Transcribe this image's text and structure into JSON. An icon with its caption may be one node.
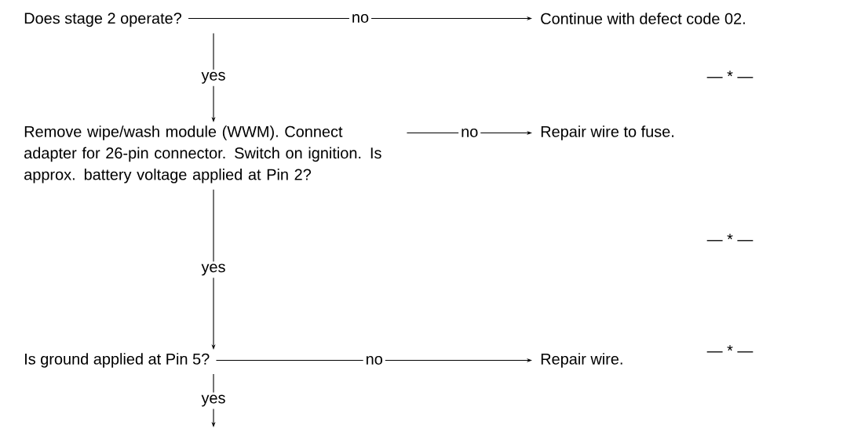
{
  "diagram": {
    "nodes": [
      {
        "text": [
          "Does stage 2 operate?"
        ]
      },
      {
        "text": [
          "Continue with defect code 02."
        ]
      },
      {
        "text": [
          "Remove wipe/wash module (WWM). Connect adapter for 26-pin connector. Switch on ignition. Is approx. battery voltage applied at Pin 2?"
        ]
      },
      {
        "text": [
          "Repair wire to fuse."
        ]
      },
      {
        "text": [
          "Is ground applied at Pin 5?"
        ]
      },
      {
        "text": [
          "Repair wire."
        ]
      }
    ],
    "edges": [
      {
        "from": 0,
        "to": 1,
        "arrow": "to",
        "label": "no"
      },
      {
        "from": 0,
        "to": 2,
        "arrow": "to",
        "label": "yes"
      },
      {
        "from": 2,
        "to": 3,
        "arrow": "to",
        "label": "no"
      },
      {
        "from": 2,
        "to": 4,
        "arrow": "to",
        "label": "yes"
      },
      {
        "from": 4,
        "to": 5,
        "arrow": "to",
        "label": "no"
      },
      {
        "from": 4,
        "to": null,
        "arrow": "to",
        "label": "yes"
      }
    ],
    "labels": [
      "— * —",
      "— * —",
      "— * —"
    ]
  }
}
